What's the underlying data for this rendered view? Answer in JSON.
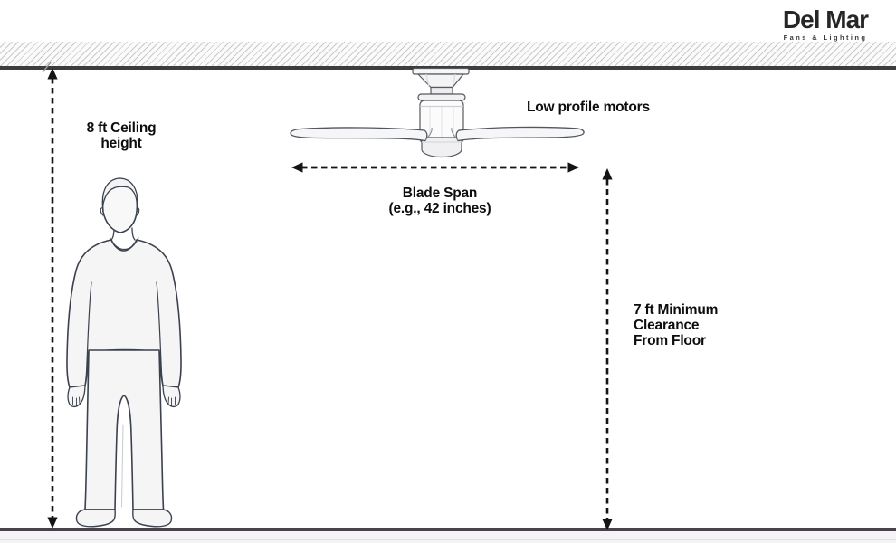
{
  "brand": {
    "name": "Del Mar",
    "tagline": "Fans & Lighting"
  },
  "labels": {
    "ceiling_height": "8 ft Ceiling\nheight",
    "low_profile": "Low profile motors",
    "blade_span": "Blade Span\n(e.g., 42 inches)",
    "min_clearance": "7 ft Minimum\nClearance\nFrom Floor"
  },
  "measurements": {
    "ceiling_height_ft": 8,
    "blade_span_inches": 42,
    "min_clearance_ft": 7
  },
  "colors": {
    "arrow": "#141414",
    "ceiling_line": "#3d3d40",
    "floor_line": "#48424a",
    "hatch_line": "#c9c9c9",
    "illustration_stroke": "#3b414d",
    "illustration_fill": "#f5f5f6",
    "text": "#0d0d0d"
  },
  "icons": {
    "ceiling_fan": "ceiling-fan-illustration",
    "person": "person-illustration",
    "left_arrow": "double-headed-dashed-arrow-vertical",
    "right_arrow": "double-headed-dashed-arrow-vertical",
    "span_arrow": "double-headed-dashed-arrow-horizontal"
  }
}
